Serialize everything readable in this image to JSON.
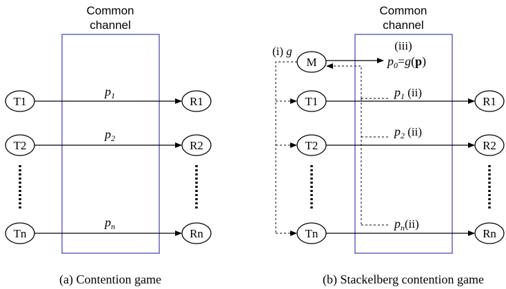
{
  "panel_a": {
    "channel_label_line1": "Common",
    "channel_label_line2": "channel",
    "nodes": {
      "t1": "T1",
      "t2": "T2",
      "tn": "Tn",
      "r1": "R1",
      "r2": "R2",
      "rn": "Rn"
    },
    "links": [
      {
        "label": "p",
        "sub": "1"
      },
      {
        "label": "p",
        "sub": "2"
      },
      {
        "label": "p",
        "sub": "n"
      }
    ],
    "caption": "(a) Contention game"
  },
  "panel_b": {
    "channel_label_line1": "Common",
    "channel_label_line2": "channel",
    "manager": "M",
    "nodes": {
      "t1": "T1",
      "t2": "T2",
      "tn": "Tn",
      "r1": "R1",
      "r2": "R2",
      "rn": "Rn"
    },
    "step_i": {
      "num": "(i) ",
      "symbol": "g"
    },
    "step_iii": "(iii)",
    "formula": {
      "p": "p",
      "sub": "0",
      "eq": "=",
      "g": "g",
      "open": "(",
      "bold": "p",
      "close": ")"
    },
    "links": [
      {
        "label": "p",
        "sub": "1",
        "step": " (ii)"
      },
      {
        "label": "p",
        "sub": "2",
        "step": " (ii)"
      },
      {
        "label": "p",
        "sub": "n",
        "step": "(ii)"
      }
    ],
    "caption": "(b) Stackelberg contention game"
  },
  "colors": {
    "channel_border": "#4b4bb4",
    "stroke": "#000000"
  }
}
